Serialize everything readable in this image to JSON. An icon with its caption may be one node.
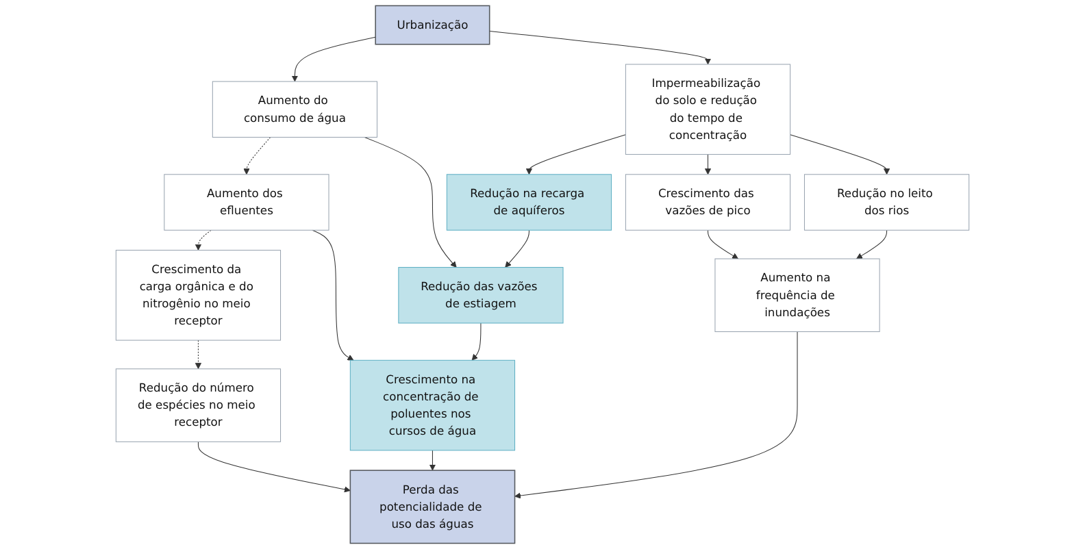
{
  "diagram": {
    "nodes": [
      {
        "text": [
          "Urbanização"
        ]
      },
      {
        "text": [
          "Aumento do consumo de água"
        ]
      },
      {
        "text": [
          "Impermeabilização do solo e redução do tempo de concentração"
        ]
      },
      {
        "text": [
          "Redução na recarga de aquíferos"
        ]
      },
      {
        "text": [
          "Aumento dos efluentes"
        ]
      },
      {
        "text": [
          "Crescimento das vazões de pico"
        ]
      },
      {
        "text": [
          "Redução no leito dos rios"
        ]
      },
      {
        "text": [
          "Crescimento da carga orgânica e do nitrogênio no meio receptor"
        ]
      },
      {
        "text": [
          "Redução das vazões de estiagem"
        ]
      },
      {
        "text": [
          "Aumento na frequência de inundações"
        ]
      },
      {
        "text": [
          "Redução do número de espécies no meio receptor"
        ]
      },
      {
        "text": [
          "Crescimento na concentração de poluentes nos cursos de água"
        ]
      },
      {
        "text": [
          "Perda das potencialidade de uso das águas"
        ]
      }
    ],
    "edges": [
      {
        "from": 0,
        "to": 1,
        "arrow": "to"
      },
      {
        "from": 0,
        "to": 2,
        "arrow": "to"
      },
      {
        "from": 1,
        "to": 4,
        "arrow": "to",
        "style": "dashed"
      },
      {
        "from": 1,
        "to": 8,
        "arrow": "to"
      },
      {
        "from": 2,
        "to": 3,
        "arrow": "to"
      },
      {
        "from": 2,
        "to": 5,
        "arrow": "to"
      },
      {
        "from": 2,
        "to": 6,
        "arrow": "to"
      },
      {
        "from": 3,
        "to": 8,
        "arrow": "to"
      },
      {
        "from": 4,
        "to": 7,
        "arrow": "to",
        "style": "dashed"
      },
      {
        "from": 4,
        "to": 11,
        "arrow": "to"
      },
      {
        "from": 5,
        "to": 9,
        "arrow": "to"
      },
      {
        "from": 6,
        "to": 9,
        "arrow": "to"
      },
      {
        "from": 7,
        "to": 10,
        "arrow": "to",
        "style": "dashed"
      },
      {
        "from": 8,
        "to": 11,
        "arrow": "to"
      },
      {
        "from": 9,
        "to": 12,
        "arrow": "to"
      },
      {
        "from": 10,
        "to": 12,
        "arrow": "to"
      },
      {
        "from": 11,
        "to": 12,
        "arrow": "to"
      }
    ]
  }
}
